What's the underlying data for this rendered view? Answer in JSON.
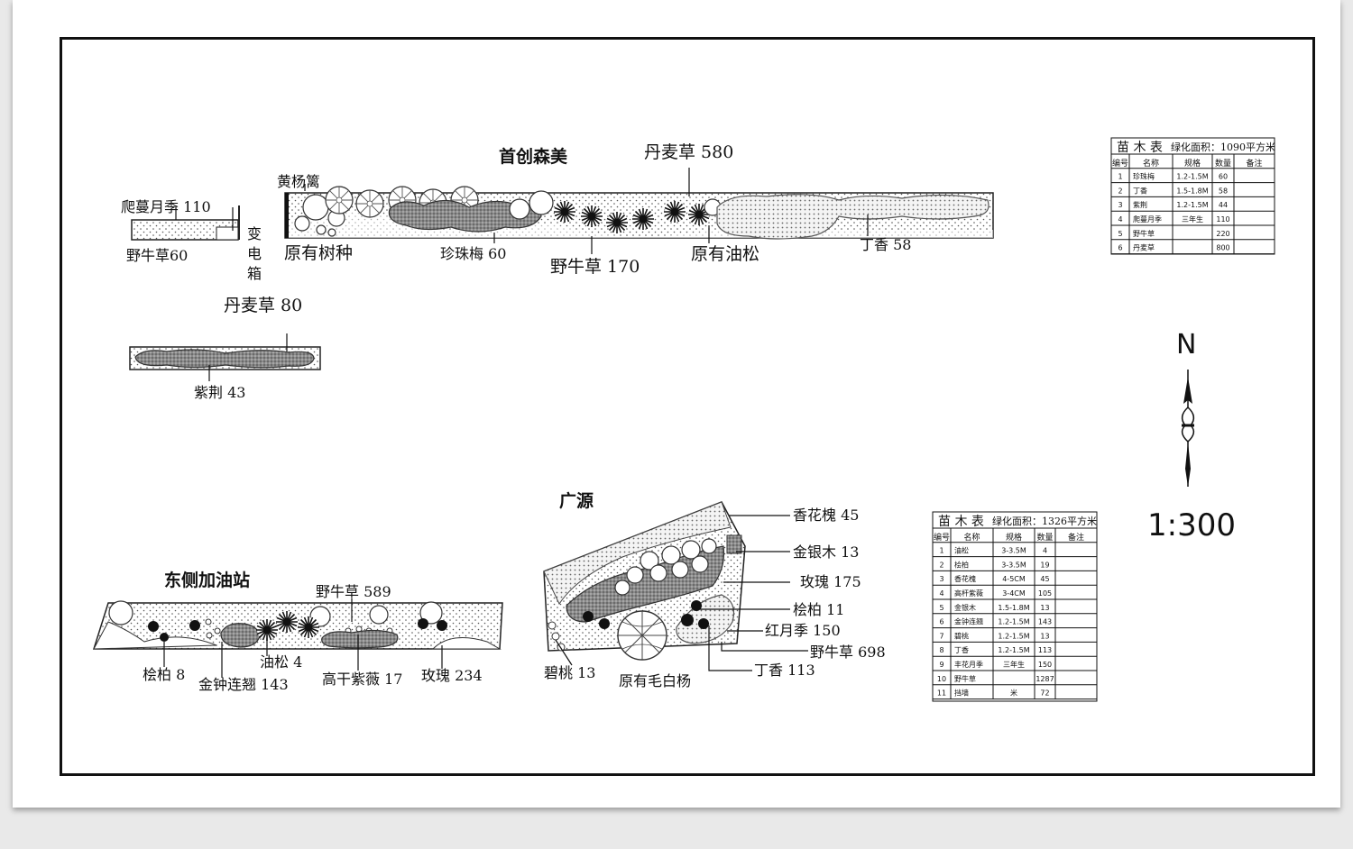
{
  "sites": {
    "shouchuang": {
      "title": "首创森美",
      "labels": {
        "danmai": "丹麦草  580",
        "huangyangli": "黄杨篱",
        "pamanyueji": "爬蔓月季  110",
        "biandianxiang": [
          "变",
          "电",
          "箱"
        ],
        "yeniucao_left": "野牛草60",
        "yuanyoushuzhong": "原有树种",
        "zhenzhumei": "珍珠梅  60",
        "yeniucao_mid": "野牛草  170",
        "yuanyouyousong": "原有油松",
        "dingxiang": "丁香  58"
      }
    },
    "small_bed": {
      "labels": {
        "danmai": "丹麦草  80",
        "zijing": "紫荆  43"
      }
    },
    "dongce": {
      "title": "东侧加油站",
      "labels": {
        "yeniucao": "野牛草  589",
        "guibai": "桧柏  8",
        "jinzhong": "金钟连翘  143",
        "yousong": "油松  4",
        "gaoganziwei": "高干紫薇  17",
        "meigui": "玫瑰  234"
      }
    },
    "guangyuan": {
      "title": "广源",
      "labels": {
        "xianghuahuai": "香花槐  45",
        "jinyinmu": "金银木  13",
        "meigui": "玫瑰  175",
        "guibai": "桧柏  11",
        "hongyueji": "红月季  150",
        "yeniucao": "野牛草  698",
        "dingxiang": "丁香  113",
        "bitao": "碧桃  13",
        "maobaiyang": "原有毛白杨"
      }
    }
  },
  "table1": {
    "title": "苗  木  表",
    "subtitle": "绿化面积：1090平方米",
    "headers": [
      "编号",
      "名称",
      "规格",
      "数量",
      "备注"
    ],
    "rows": [
      [
        "1",
        "珍珠梅",
        "1.2-1.5M",
        "60",
        ""
      ],
      [
        "2",
        "丁香",
        "1.5-1.8M",
        "58",
        ""
      ],
      [
        "3",
        "紫荆",
        "1.2-1.5M",
        "44",
        ""
      ],
      [
        "4",
        "爬蔓月季",
        "三年生",
        "110",
        ""
      ],
      [
        "5",
        "野牛草",
        "",
        "220",
        ""
      ],
      [
        "6",
        "丹麦草",
        "",
        "800",
        ""
      ]
    ]
  },
  "table2": {
    "title": "苗  木  表",
    "subtitle": "绿化面积：1326平方米",
    "headers": [
      "编号",
      "名称",
      "规格",
      "数量",
      "备注"
    ],
    "rows": [
      [
        "1",
        "油松",
        "3-3.5M",
        "4",
        ""
      ],
      [
        "2",
        "桧柏",
        "3-3.5M",
        "19",
        ""
      ],
      [
        "3",
        "香花槐",
        "4-5CM",
        "45",
        ""
      ],
      [
        "4",
        "高杆紫薇",
        "3-4CM",
        "105",
        ""
      ],
      [
        "5",
        "金银木",
        "1.5-1.8M",
        "13",
        ""
      ],
      [
        "6",
        "金钟连翘",
        "1.2-1.5M",
        "143",
        ""
      ],
      [
        "7",
        "碧桃",
        "1.2-1.5M",
        "13",
        ""
      ],
      [
        "8",
        "丁香",
        "1.2-1.5M",
        "113",
        ""
      ],
      [
        "9",
        "丰花月季",
        "三年生",
        "150",
        ""
      ],
      [
        "10",
        "野牛草",
        "",
        "1287",
        ""
      ],
      [
        "11",
        "挡墙",
        "米",
        "72",
        ""
      ]
    ]
  },
  "north_label": "N",
  "scale_label": "1:300"
}
